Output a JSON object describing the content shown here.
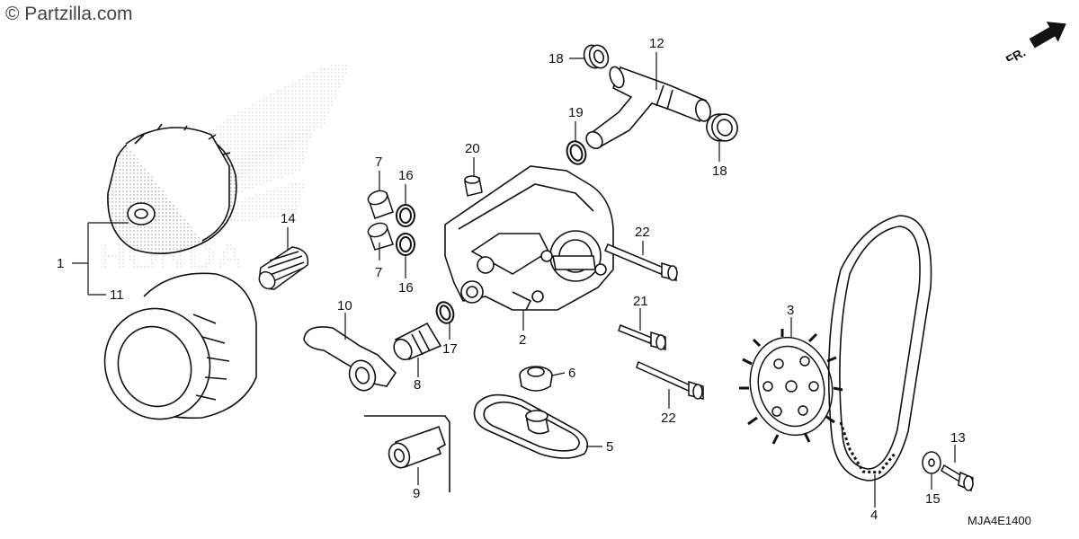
{
  "copyright": "© Partzilla.com",
  "watermark_brand": "HONDA",
  "direction_label": "FR.",
  "diagram_code": "MJA4E1400",
  "callouts": [
    {
      "num": "1"
    },
    {
      "num": "11"
    },
    {
      "num": "14"
    },
    {
      "num": "7"
    },
    {
      "num": "16"
    },
    {
      "num": "7"
    },
    {
      "num": "16"
    },
    {
      "num": "20"
    },
    {
      "num": "18"
    },
    {
      "num": "12"
    },
    {
      "num": "19"
    },
    {
      "num": "18"
    },
    {
      "num": "22"
    },
    {
      "num": "21"
    },
    {
      "num": "22"
    },
    {
      "num": "10"
    },
    {
      "num": "17"
    },
    {
      "num": "8"
    },
    {
      "num": "2"
    },
    {
      "num": "6"
    },
    {
      "num": "5"
    },
    {
      "num": "9"
    },
    {
      "num": "3"
    },
    {
      "num": "4"
    },
    {
      "num": "13"
    },
    {
      "num": "15"
    }
  ]
}
